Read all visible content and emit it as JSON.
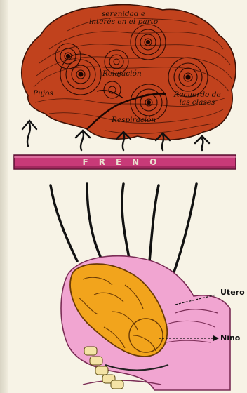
{
  "brain_labels": {
    "serenity": "serenidad e\ninterés en el parto",
    "relaxation": "Relajación",
    "pushing": "Pujos",
    "class_memory": "Recuerdo de\nlas clases",
    "breathing": "Respiración"
  },
  "brake": {
    "label": "FRENO"
  },
  "anatomy_labels": {
    "uterus": "Utero",
    "child": "Niño"
  },
  "colors": {
    "brain": "#c1421d",
    "brain_lines": "#4a1608",
    "brake_bar": "#c83a78",
    "uterus": "#f1a5d1",
    "fetus": "#f2a41c"
  }
}
